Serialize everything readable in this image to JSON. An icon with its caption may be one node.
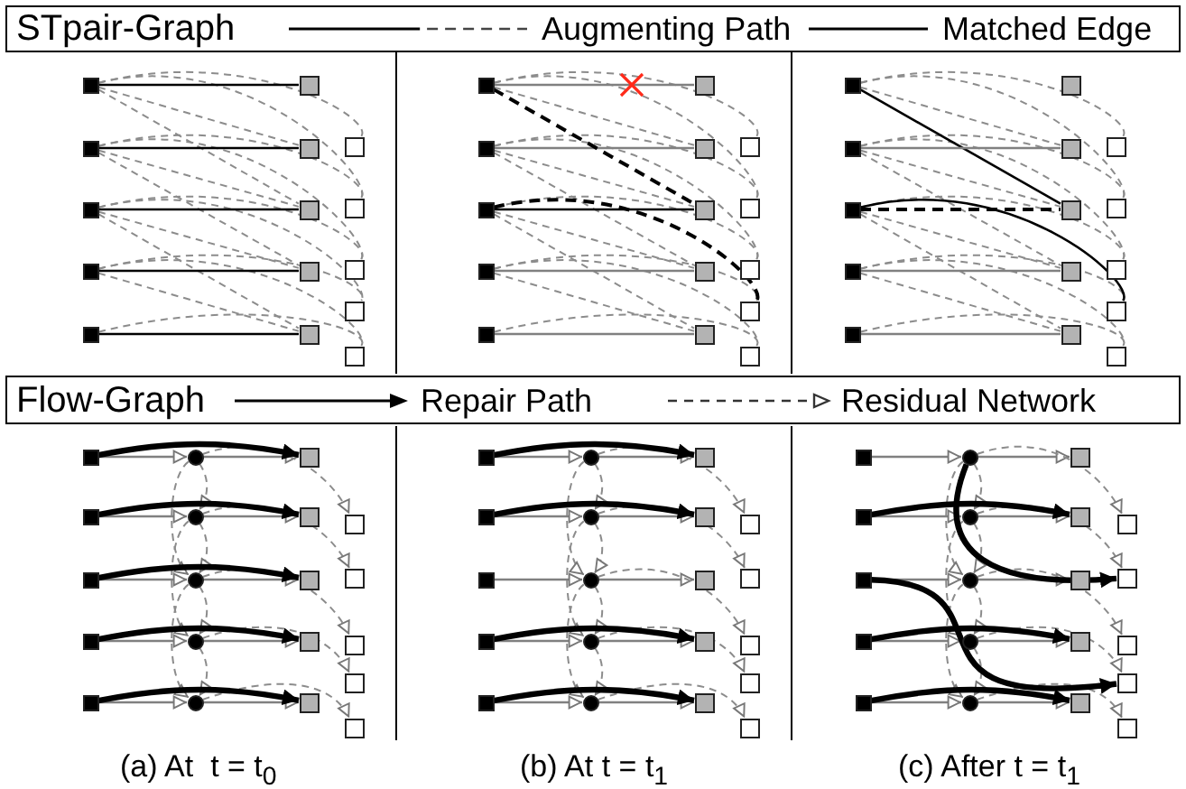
{
  "diagram": {
    "nodes": [
      {
        "text": [],
        "shape": "box"
      },
      {
        "text": [],
        "shape": "box"
      },
      {
        "text": [],
        "shape": "box"
      },
      {
        "text": [],
        "shape": "box"
      },
      {
        "text": [],
        "shape": "box"
      },
      {
        "text": [],
        "shape": "box"
      },
      {
        "text": [],
        "shape": "box"
      },
      {
        "text": [],
        "shape": "box"
      },
      {
        "text": [],
        "shape": "box"
      },
      {
        "text": [],
        "shape": "box"
      },
      {
        "text": [],
        "shape": "box"
      },
      {
        "text": [],
        "shape": "box"
      },
      {
        "text": [],
        "shape": "box"
      },
      {
        "text": [],
        "shape": "box"
      },
      {
        "text": [],
        "shape": "box"
      },
      {
        "text": [],
        "shape": "box"
      },
      {
        "text": [],
        "shape": "box"
      },
      {
        "text": [],
        "shape": "box"
      },
      {
        "text": [],
        "shape": "box"
      },
      {
        "text": [],
        "shape": "box"
      },
      {
        "text": [],
        "shape": "box"
      },
      {
        "text": [],
        "shape": "box"
      },
      {
        "text": [],
        "shape": "box"
      },
      {
        "text": [],
        "shape": "box"
      },
      {
        "text": [],
        "shape": "box"
      },
      {
        "text": [],
        "shape": "box"
      },
      {
        "text": [],
        "shape": "box"
      },
      {
        "text": [],
        "shape": "box"
      },
      {
        "text": [],
        "shape": "box"
      },
      {
        "text": [],
        "shape": "box"
      },
      {
        "text": [],
        "shape": "box"
      },
      {
        "text": [],
        "shape": "box"
      },
      {
        "text": [],
        "shape": "box"
      },
      {
        "text": [],
        "shape": "box"
      },
      {
        "text": [],
        "shape": "box"
      },
      {
        "text": [],
        "shape": "box"
      },
      {
        "text": [],
        "shape": "box"
      },
      {
        "text": [],
        "shape": "box"
      },
      {
        "text": [],
        "shape": "box"
      },
      {
        "text": [],
        "shape": "box"
      },
      {
        "text": [],
        "shape": "box"
      },
      {
        "text": [],
        "shape": "box"
      },
      {
        "text": [],
        "shape": "box"
      },
      {
        "text": [],
        "shape": "box"
      },
      {
        "text": [],
        "shape": "box"
      },
      {
        "text": [],
        "shape": "box"
      },
      {
        "text": [],
        "shape": "box"
      },
      {
        "text": [],
        "shape": "box"
      },
      {
        "text": [],
        "shape": "box"
      },
      {
        "text": [],
        "shape": "box"
      },
      {
        "text": [],
        "shape": "circle"
      },
      {
        "text": [],
        "shape": "circle"
      },
      {
        "text": [],
        "shape": "circle"
      },
      {
        "text": [],
        "shape": "circle"
      },
      {
        "text": [],
        "shape": "circle"
      },
      {
        "text": [],
        "shape": "box"
      },
      {
        "text": [],
        "shape": "box"
      },
      {
        "text": [],
        "shape": "box"
      },
      {
        "text": [],
        "shape": "box"
      },
      {
        "text": [],
        "shape": "box"
      },
      {
        "text": [],
        "shape": "box"
      },
      {
        "text": [],
        "shape": "box"
      },
      {
        "text": [],
        "shape": "box"
      },
      {
        "text": [],
        "shape": "box"
      },
      {
        "text": [],
        "shape": "box"
      },
      {
        "text": [],
        "shape": "box"
      },
      {
        "text": [],
        "shape": "box"
      },
      {
        "text": [],
        "shape": "box"
      },
      {
        "text": [],
        "shape": "box"
      },
      {
        "text": [],
        "shape": "box"
      },
      {
        "text": [],
        "shape": "circle"
      },
      {
        "text": [],
        "shape": "circle"
      },
      {
        "text": [],
        "shape": "circle"
      },
      {
        "text": [],
        "shape": "circle"
      },
      {
        "text": [],
        "shape": "circle"
      },
      {
        "text": [],
        "shape": "box"
      },
      {
        "text": [],
        "shape": "box"
      },
      {
        "text": [],
        "shape": "box"
      },
      {
        "text": [],
        "shape": "box"
      },
      {
        "text": [],
        "shape": "box"
      },
      {
        "text": [],
        "shape": "box"
      },
      {
        "text": [],
        "shape": "box"
      },
      {
        "text": [],
        "shape": "box"
      },
      {
        "text": [],
        "shape": "box"
      },
      {
        "text": [],
        "shape": "box"
      },
      {
        "text": [],
        "shape": "box"
      },
      {
        "text": [],
        "shape": "box"
      },
      {
        "text": [],
        "shape": "box"
      },
      {
        "text": [],
        "shape": "box"
      },
      {
        "text": [],
        "shape": "box"
      },
      {
        "text": [],
        "shape": "circle"
      },
      {
        "text": [],
        "shape": "circle"
      },
      {
        "text": [],
        "shape": "circle"
      },
      {
        "text": [],
        "shape": "circle"
      },
      {
        "text": [],
        "shape": "circle"
      },
      {
        "text": [],
        "shape": "box"
      },
      {
        "text": [],
        "shape": "box"
      },
      {
        "text": [],
        "shape": "box"
      },
      {
        "text": [],
        "shape": "box"
      },
      {
        "text": [],
        "shape": "box"
      },
      {
        "text": [],
        "shape": "box"
      },
      {
        "text": [],
        "shape": "box"
      },
      {
        "text": [],
        "shape": "box"
      },
      {
        "text": [],
        "shape": "box"
      },
      {
        "text": [],
        "shape": "box"
      }
    ],
    "edges": [
      {
        "from": 0,
        "to": 6,
        "arrow": "none",
        "style": "dashed"
      },
      {
        "from": 0,
        "to": 7,
        "arrow": "none",
        "style": "dashed"
      },
      {
        "from": 0,
        "to": 10,
        "arrow": "none",
        "style": "dashed"
      },
      {
        "from": 0,
        "to": 11,
        "arrow": "none",
        "style": "dashed"
      },
      {
        "from": 1,
        "to": 7,
        "arrow": "none",
        "style": "dashed"
      },
      {
        "from": 1,
        "to": 8,
        "arrow": "none",
        "style": "dashed"
      },
      {
        "from": 1,
        "to": 11,
        "arrow": "none",
        "style": "dashed"
      },
      {
        "from": 1,
        "to": 12,
        "arrow": "none",
        "style": "dashed"
      },
      {
        "from": 2,
        "to": 8,
        "arrow": "none",
        "style": "dashed"
      },
      {
        "from": 2,
        "to": 9,
        "arrow": "none",
        "style": "dashed"
      },
      {
        "from": 2,
        "to": 12,
        "arrow": "none",
        "style": "dashed"
      },
      {
        "from": 2,
        "to": 13,
        "arrow": "none",
        "style": "dashed"
      },
      {
        "from": 3,
        "to": 9,
        "arrow": "none",
        "style": "dashed"
      },
      {
        "from": 3,
        "to": 13,
        "arrow": "none",
        "style": "dashed"
      },
      {
        "from": 3,
        "to": 14,
        "arrow": "none",
        "style": "dashed"
      },
      {
        "from": 4,
        "to": 14,
        "arrow": "none",
        "style": "dashed"
      },
      {
        "from": 0,
        "to": 5,
        "arrow": "none",
        "color": "#000000"
      },
      {
        "from": 1,
        "to": 6,
        "arrow": "none",
        "color": "#000000"
      },
      {
        "from": 2,
        "to": 7,
        "arrow": "none",
        "color": "#000000"
      },
      {
        "from": 3,
        "to": 8,
        "arrow": "none",
        "color": "#000000"
      },
      {
        "from": 4,
        "to": 9,
        "arrow": "none",
        "color": "#000000"
      },
      {
        "from": 15,
        "to": 21,
        "arrow": "none",
        "style": "dashed"
      },
      {
        "from": 15,
        "to": 25,
        "arrow": "none",
        "style": "dashed"
      },
      {
        "from": 15,
        "to": 26,
        "arrow": "none",
        "style": "dashed"
      },
      {
        "from": 16,
        "to": 22,
        "arrow": "none",
        "style": "dashed"
      },
      {
        "from": 16,
        "to": 23,
        "arrow": "none",
        "style": "dashed"
      },
      {
        "from": 16,
        "to": 26,
        "arrow": "none",
        "style": "dashed"
      },
      {
        "from": 16,
        "to": 27,
        "arrow": "none",
        "style": "dashed"
      },
      {
        "from": 17,
        "to": 23,
        "arrow": "none",
        "style": "dashed"
      },
      {
        "from": 17,
        "to": 24,
        "arrow": "none",
        "style": "dashed"
      },
      {
        "from": 17,
        "to": 27,
        "arrow": "none",
        "style": "dashed"
      },
      {
        "from": 18,
        "to": 24,
        "arrow": "none",
        "style": "dashed"
      },
      {
        "from": 18,
        "to": 28,
        "arrow": "none",
        "style": "dashed"
      },
      {
        "from": 18,
        "to": 29,
        "arrow": "none",
        "style": "dashed"
      },
      {
        "from": 19,
        "to": 29,
        "arrow": "none",
        "style": "dashed"
      },
      {
        "from": 15,
        "to": 20,
        "arrow": "none",
        "color": "#808080"
      },
      {
        "from": 16,
        "to": 21,
        "arrow": "none",
        "color": "#808080"
      },
      {
        "from": 17,
        "to": 22,
        "arrow": "none",
        "color": "#000000"
      },
      {
        "from": 18,
        "to": 23,
        "arrow": "none",
        "color": "#808080"
      },
      {
        "from": 19,
        "to": 24,
        "arrow": "none",
        "color": "#808080"
      },
      {
        "from": 15,
        "to": 22,
        "arrow": "none",
        "style": "dashed",
        "color": "#000000"
      },
      {
        "from": 17,
        "to": 28,
        "arrow": "none",
        "style": "dashed",
        "color": "#000000"
      },
      {
        "from": 30,
        "to": 36,
        "arrow": "none",
        "style": "dashed"
      },
      {
        "from": 30,
        "to": 40,
        "arrow": "none",
        "style": "dashed"
      },
      {
        "from": 30,
        "to": 41,
        "arrow": "none",
        "style": "dashed"
      },
      {
        "from": 31,
        "to": 37,
        "arrow": "none",
        "style": "dashed"
      },
      {
        "from": 31,
        "to": 38,
        "arrow": "none",
        "style": "dashed"
      },
      {
        "from": 31,
        "to": 41,
        "arrow": "none",
        "style": "dashed"
      },
      {
        "from": 31,
        "to": 42,
        "arrow": "none",
        "style": "dashed"
      },
      {
        "from": 32,
        "to": 38,
        "arrow": "none",
        "style": "dashed"
      },
      {
        "from": 32,
        "to": 39,
        "arrow": "none",
        "style": "dashed"
      },
      {
        "from": 32,
        "to": 42,
        "arrow": "none",
        "style": "dashed"
      },
      {
        "from": 33,
        "to": 39,
        "arrow": "none",
        "style": "dashed"
      },
      {
        "from": 33,
        "to": 43,
        "arrow": "none",
        "style": "dashed"
      },
      {
        "from": 33,
        "to": 44,
        "arrow": "none",
        "style": "dashed"
      },
      {
        "from": 34,
        "to": 44,
        "arrow": "none",
        "style": "dashed"
      },
      {
        "from": 30,
        "to": 37,
        "arrow": "none",
        "color": "#000000"
      },
      {
        "from": 31,
        "to": 36,
        "arrow": "none",
        "color": "#808080"
      },
      {
        "from": 32,
        "to": 37,
        "arrow": "none",
        "style": "dashed",
        "color": "#000000"
      },
      {
        "from": 32,
        "to": 43,
        "arrow": "none",
        "color": "#000000"
      },
      {
        "from": 33,
        "to": 38,
        "arrow": "none",
        "color": "#808080"
      },
      {
        "from": 34,
        "to": 39,
        "arrow": "none",
        "color": "#808080"
      },
      {
        "from": 45,
        "to": 50,
        "arrow": "to",
        "color": "#808080"
      },
      {
        "from": 50,
        "to": 55,
        "arrow": "to",
        "color": "#808080"
      },
      {
        "from": 46,
        "to": 51,
        "arrow": "to",
        "color": "#808080"
      },
      {
        "from": 51,
        "to": 56,
        "arrow": "to",
        "color": "#808080"
      },
      {
        "from": 47,
        "to": 52,
        "arrow": "to",
        "color": "#808080"
      },
      {
        "from": 52,
        "to": 57,
        "arrow": "to",
        "color": "#808080"
      },
      {
        "from": 48,
        "to": 53,
        "arrow": "to",
        "color": "#808080"
      },
      {
        "from": 53,
        "to": 58,
        "arrow": "to",
        "color": "#808080"
      },
      {
        "from": 49,
        "to": 54,
        "arrow": "to",
        "color": "#808080"
      },
      {
        "from": 54,
        "to": 59,
        "arrow": "to",
        "color": "#808080"
      },
      {
        "from": 50,
        "to": 51,
        "arrow": "to",
        "style": "dashed"
      },
      {
        "from": 50,
        "to": 52,
        "arrow": "to",
        "style": "dashed"
      },
      {
        "from": 51,
        "to": 52,
        "arrow": "to",
        "style": "dashed"
      },
      {
        "from": 51,
        "to": 53,
        "arrow": "to",
        "style": "dashed"
      },
      {
        "from": 52,
        "to": 53,
        "arrow": "to",
        "style": "dashed"
      },
      {
        "from": 52,
        "to": 54,
        "arrow": "to",
        "style": "dashed"
      },
      {
        "from": 53,
        "to": 54,
        "arrow": "to",
        "style": "dashed"
      },
      {
        "from": 50,
        "to": 60,
        "arrow": "to",
        "style": "dashed"
      },
      {
        "from": 51,
        "to": 61,
        "arrow": "to",
        "style": "dashed"
      },
      {
        "from": 52,
        "to": 62,
        "arrow": "to",
        "style": "dashed"
      },
      {
        "from": 53,
        "to": 63,
        "arrow": "to",
        "style": "dashed"
      },
      {
        "from": 54,
        "to": 64,
        "arrow": "to",
        "style": "dashed"
      },
      {
        "from": 45,
        "to": 55,
        "arrow": "to",
        "style": "thick",
        "color": "#000000"
      },
      {
        "from": 46,
        "to": 56,
        "arrow": "to",
        "style": "thick",
        "color": "#000000"
      },
      {
        "from": 47,
        "to": 57,
        "arrow": "to",
        "style": "thick",
        "color": "#000000"
      },
      {
        "from": 48,
        "to": 58,
        "arrow": "to",
        "style": "thick",
        "color": "#000000"
      },
      {
        "from": 49,
        "to": 59,
        "arrow": "to",
        "style": "thick",
        "color": "#000000"
      },
      {
        "from": 65,
        "to": 70,
        "arrow": "to",
        "color": "#808080"
      },
      {
        "from": 70,
        "to": 75,
        "arrow": "to",
        "color": "#808080"
      },
      {
        "from": 66,
        "to": 71,
        "arrow": "to",
        "color": "#808080"
      },
      {
        "from": 71,
        "to": 76,
        "arrow": "to",
        "color": "#808080"
      },
      {
        "from": 67,
        "to": 72,
        "arrow": "to",
        "color": "#808080"
      },
      {
        "from": 72,
        "to": 77,
        "arrow": "to",
        "color": "#808080"
      },
      {
        "from": 68,
        "to": 73,
        "arrow": "to",
        "color": "#808080"
      },
      {
        "from": 73,
        "to": 78,
        "arrow": "to",
        "color": "#808080"
      },
      {
        "from": 69,
        "to": 74,
        "arrow": "to",
        "color": "#808080"
      },
      {
        "from": 74,
        "to": 79,
        "arrow": "to",
        "color": "#808080"
      },
      {
        "from": 70,
        "to": 71,
        "arrow": "to",
        "style": "dashed"
      },
      {
        "from": 70,
        "to": 72,
        "arrow": "to",
        "style": "dashed"
      },
      {
        "from": 71,
        "to": 72,
        "arrow": "to",
        "style": "dashed"
      },
      {
        "from": 71,
        "to": 73,
        "arrow": "to",
        "style": "dashed"
      },
      {
        "from": 72,
        "to": 73,
        "arrow": "to",
        "style": "dashed"
      },
      {
        "from": 72,
        "to": 74,
        "arrow": "to",
        "style": "dashed"
      },
      {
        "from": 73,
        "to": 74,
        "arrow": "to",
        "style": "dashed"
      },
      {
        "from": 70,
        "to": 80,
        "arrow": "to",
        "style": "dashed"
      },
      {
        "from": 71,
        "to": 81,
        "arrow": "to",
        "style": "dashed"
      },
      {
        "from": 72,
        "to": 82,
        "arrow": "to",
        "style": "dashed"
      },
      {
        "from": 73,
        "to": 83,
        "arrow": "to",
        "style": "dashed"
      },
      {
        "from": 74,
        "to": 84,
        "arrow": "to",
        "style": "dashed"
      },
      {
        "from": 65,
        "to": 75,
        "arrow": "to",
        "style": "thick",
        "color": "#000000"
      },
      {
        "from": 66,
        "to": 76,
        "arrow": "to",
        "style": "thick",
        "color": "#000000"
      },
      {
        "from": 68,
        "to": 78,
        "arrow": "to",
        "style": "thick",
        "color": "#000000"
      },
      {
        "from": 69,
        "to": 79,
        "arrow": "to",
        "style": "thick",
        "color": "#000000"
      },
      {
        "from": 85,
        "to": 90,
        "arrow": "to",
        "color": "#808080"
      },
      {
        "from": 90,
        "to": 95,
        "arrow": "to",
        "color": "#808080"
      },
      {
        "from": 86,
        "to": 91,
        "arrow": "to",
        "color": "#808080"
      },
      {
        "from": 91,
        "to": 96,
        "arrow": "to",
        "color": "#808080"
      },
      {
        "from": 87,
        "to": 92,
        "arrow": "to",
        "color": "#808080"
      },
      {
        "from": 92,
        "to": 97,
        "arrow": "to",
        "color": "#808080"
      },
      {
        "from": 88,
        "to": 93,
        "arrow": "to",
        "color": "#808080"
      },
      {
        "from": 93,
        "to": 98,
        "arrow": "to",
        "color": "#808080"
      },
      {
        "from": 89,
        "to": 94,
        "arrow": "to",
        "color": "#808080"
      },
      {
        "from": 94,
        "to": 99,
        "arrow": "to",
        "color": "#808080"
      },
      {
        "from": 90,
        "to": 91,
        "arrow": "to",
        "style": "dashed"
      },
      {
        "from": 90,
        "to": 92,
        "arrow": "to",
        "style": "dashed"
      },
      {
        "from": 91,
        "to": 92,
        "arrow": "to",
        "style": "dashed"
      },
      {
        "from": 91,
        "to": 93,
        "arrow": "to",
        "style": "dashed"
      },
      {
        "from": 92,
        "to": 93,
        "arrow": "to",
        "style": "dashed"
      },
      {
        "from": 92,
        "to": 94,
        "arrow": "to",
        "style": "dashed"
      },
      {
        "from": 93,
        "to": 94,
        "arrow": "to",
        "style": "dashed"
      },
      {
        "from": 90,
        "to": 100,
        "arrow": "to",
        "style": "dashed"
      },
      {
        "from": 91,
        "to": 101,
        "arrow": "to",
        "style": "dashed"
      },
      {
        "from": 92,
        "to": 102,
        "arrow": "to",
        "style": "dashed"
      },
      {
        "from": 93,
        "to": 103,
        "arrow": "to",
        "style": "dashed"
      },
      {
        "from": 94,
        "to": 104,
        "arrow": "to",
        "style": "dashed"
      },
      {
        "from": 86,
        "to": 96,
        "arrow": "to",
        "style": "thick",
        "color": "#000000"
      },
      {
        "from": 88,
        "to": 98,
        "arrow": "to",
        "style": "thick",
        "color": "#000000"
      },
      {
        "from": 89,
        "to": 99,
        "arrow": "to",
        "style": "thick",
        "color": "#000000"
      },
      {
        "from": 90,
        "to": 101,
        "arrow": "to",
        "style": "thick",
        "color": "#000000"
      },
      {
        "from": 87,
        "to": 103,
        "arrow": "to",
        "style": "thick",
        "color": "#000000"
      }
    ],
    "labels": [
      "STpair-Graph",
      "Flow-Graph",
      "(a) At  t = t$_{0}$",
      "(b) At t = t$_{1}$",
      "(c) After t = t$_{1}$"
    ],
    "legend": [
      {
        "text": "Augmenting Path"
      },
      {
        "text": "Matched Edge"
      },
      {
        "text": "Repair Path"
      },
      {
        "text": "Residual Network"
      }
    ]
  }
}
